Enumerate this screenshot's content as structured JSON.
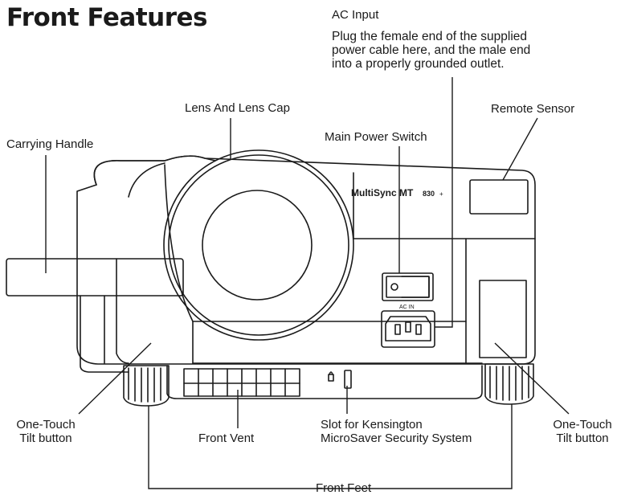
{
  "page": {
    "title": "Front Features"
  },
  "labels": {
    "ac_input_title": "AC Input",
    "ac_input_desc": [
      "Plug the female end of the supplied",
      "power cable here, and the male end",
      "into a properly grounded outlet."
    ],
    "remote_sensor": "Remote Sensor",
    "lens_cap": "Lens And Lens Cap",
    "main_power_switch": "Main Power Switch",
    "carrying_handle": "Carrying Handle",
    "tilt_left": [
      "One-Touch",
      "Tilt button"
    ],
    "tilt_right": [
      "One-Touch",
      "Tilt button"
    ],
    "front_vent": "Front Vent",
    "kensington": [
      "Slot for Kensington",
      "MicroSaver Security System"
    ],
    "front_feet": "Front Feet"
  },
  "device": {
    "brand_text": "MultiSync MT",
    "model_text": "830",
    "model_suffix": "+",
    "ac_in_text": "AC IN"
  }
}
